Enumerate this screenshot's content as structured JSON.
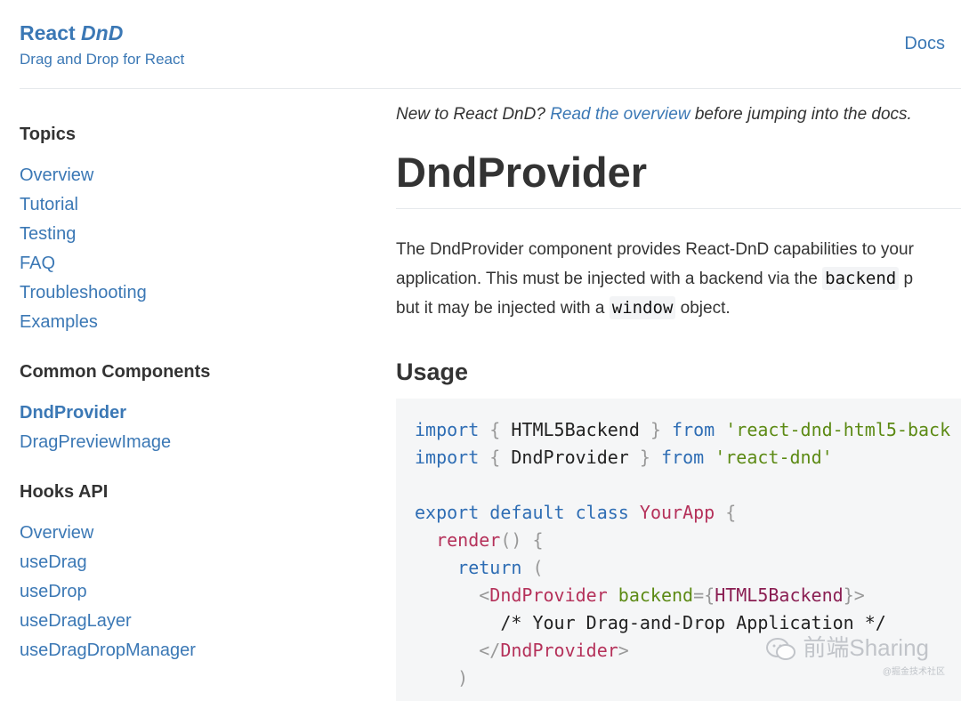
{
  "header": {
    "brand_prefix": "React ",
    "brand_italic": "DnD",
    "subtitle": "Drag and Drop for React",
    "docs_link": "Docs"
  },
  "sidebar": {
    "sections": [
      {
        "heading": "Topics",
        "items": [
          "Overview",
          "Tutorial",
          "Testing",
          "FAQ",
          "Troubleshooting",
          "Examples"
        ]
      },
      {
        "heading": "Common Components",
        "items": [
          "DndProvider",
          "DragPreviewImage"
        ],
        "active": "DndProvider"
      },
      {
        "heading": "Hooks API",
        "items": [
          "Overview",
          "useDrag",
          "useDrop",
          "useDragLayer",
          "useDragDropManager"
        ]
      }
    ]
  },
  "main": {
    "intro_prefix": "New to React DnD? ",
    "intro_link": "Read the overview",
    "intro_suffix": " before jumping into the docs.",
    "title": "DndProvider",
    "para_line1": "The DndProvider component provides React-DnD capabilities to your",
    "para_line2_prefix": "application. This must be injected with a backend via the ",
    "para_code_backend": "backend",
    "para_line2_suffix": " p",
    "para_line3_prefix": "but it may be injected with a ",
    "para_code_window": "window",
    "para_line3_suffix": " object.",
    "usage_heading": "Usage",
    "code": {
      "import1_name": "HTML5Backend",
      "import1_from": "'react-dnd-html5-back",
      "import2_name": "DndProvider",
      "import2_from": "'react-dnd'",
      "class_name": "YourApp",
      "method": "render",
      "tag": "DndProvider",
      "attr": "backend",
      "attr_value": "HTML5Backend",
      "comment": "/* Your Drag-and-Drop Application */"
    }
  },
  "watermark": {
    "main": "前端Sharing",
    "sub": "@掘金技术社区"
  }
}
